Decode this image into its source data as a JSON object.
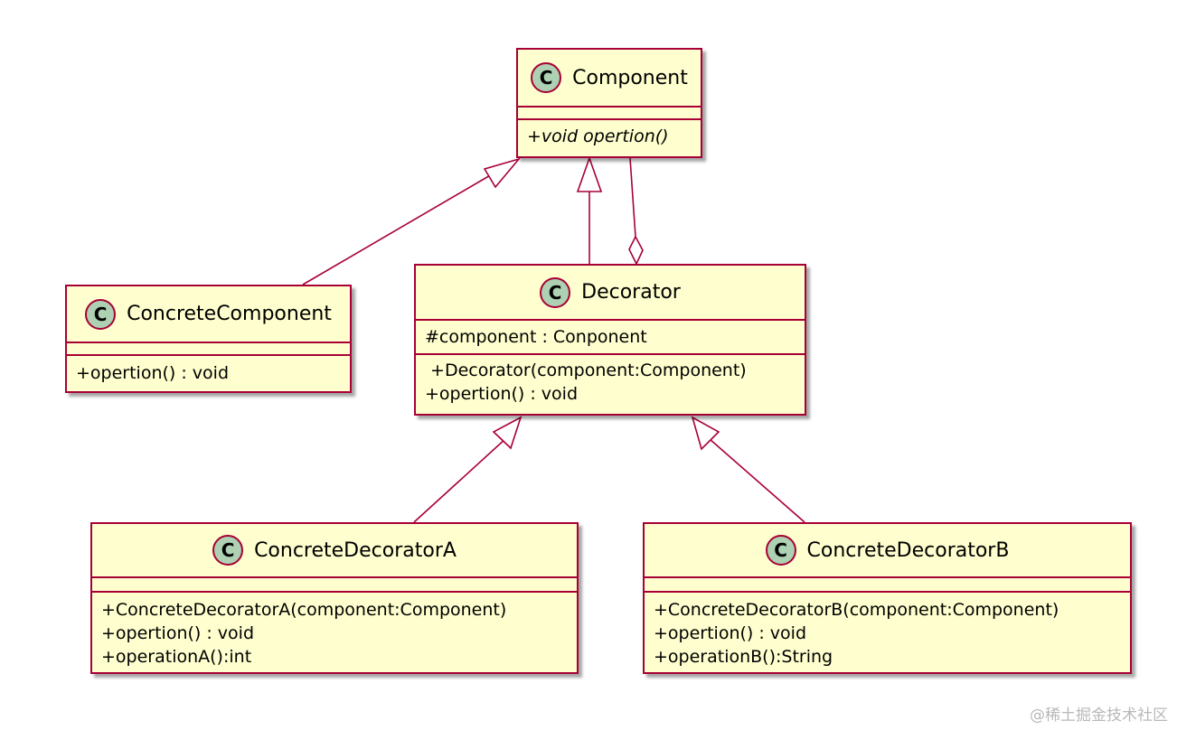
{
  "badge_letter": "C",
  "colors": {
    "fill": "#fefece",
    "border": "#a80036",
    "badge": "#add1b2"
  },
  "classes": {
    "component": {
      "name": "Component",
      "fields": [],
      "methods": [
        "+void opertion()"
      ]
    },
    "concrete_component": {
      "name": "ConcreteComponent",
      "fields": [],
      "methods": [
        "+opertion() : void"
      ]
    },
    "decorator": {
      "name": "Decorator",
      "fields": [
        "#component : Conponent"
      ],
      "methods": [
        " +Decorator(component:Component)",
        "+opertion() : void"
      ]
    },
    "concrete_decorator_a": {
      "name": "ConcreteDecoratorA",
      "fields": [],
      "methods": [
        "+ConcreteDecoratorA(component:Component)",
        "+opertion() : void",
        "+operationA():int"
      ]
    },
    "concrete_decorator_b": {
      "name": "ConcreteDecoratorB",
      "fields": [],
      "methods": [
        "+ConcreteDecoratorB(component:Component)",
        "+opertion() : void",
        "+operationB():String"
      ]
    }
  },
  "relations": [
    {
      "type": "generalization",
      "from": "ConcreteComponent",
      "to": "Component"
    },
    {
      "type": "generalization",
      "from": "Decorator",
      "to": "Component"
    },
    {
      "type": "aggregation",
      "from": "Decorator",
      "to": "Component"
    },
    {
      "type": "generalization",
      "from": "ConcreteDecoratorA",
      "to": "Decorator"
    },
    {
      "type": "generalization",
      "from": "ConcreteDecoratorB",
      "to": "Decorator"
    }
  ],
  "watermark": "@稀土掘金技术社区"
}
